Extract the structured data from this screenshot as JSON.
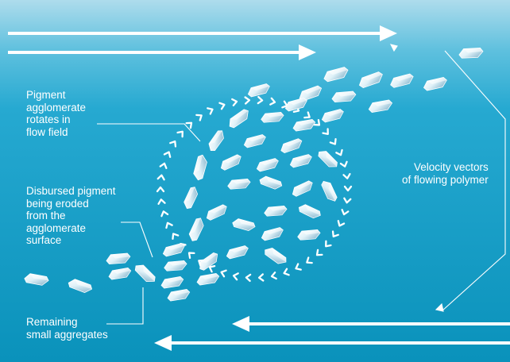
{
  "labels": {
    "pigment_agglomerate": [
      "Pigment",
      "agglomerate",
      "rotates in",
      "flow field"
    ],
    "disbursed_pigment": [
      "Disbursed pigment",
      "being eroded",
      "from the",
      "agglomerate",
      "surface"
    ],
    "velocity_vectors": [
      "Velocity vectors",
      "of flowing polymer"
    ],
    "remaining_aggregates": [
      "Remaining",
      "small aggregates"
    ]
  },
  "colors": {
    "background_top": "#a9d9ea",
    "background_mid": "#1ea6cf",
    "background_bottom": "#0b93bc",
    "arrows": "#ffffff",
    "crystal_light": "#ffffff",
    "crystal_dark": "#7fb0c9"
  }
}
